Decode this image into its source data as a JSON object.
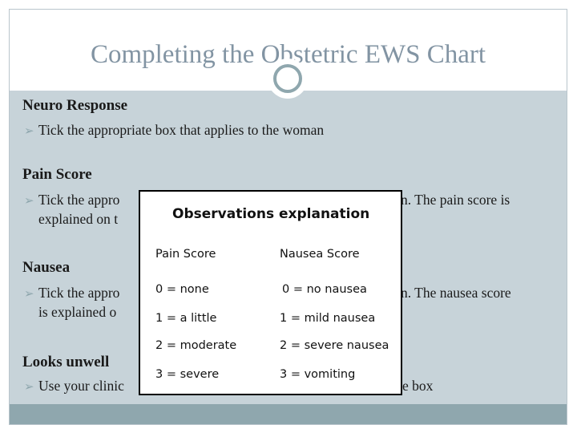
{
  "title": "Completing the Obstetric EWS Chart",
  "sections": [
    {
      "heading": "Neuro Response",
      "line1": "Tick the appropriate box that applies to the woman"
    },
    {
      "heading": "Pain Score",
      "line1": "Tick the appro",
      "right": "n. The pain score is",
      "line2": "explained on t"
    },
    {
      "heading": "Nausea",
      "line1": "Tick the appro",
      "right": "n. The nausea score",
      "line2": "is explained o"
    },
    {
      "heading": "Looks unwell",
      "line1": "Use your clinic",
      "right": "e box"
    }
  ],
  "popup": {
    "title": "Observations explanation",
    "col1_header": "Pain Score",
    "col2_header": "Nausea Score",
    "pain": [
      "0 = none",
      "1 = a little",
      "2 = moderate",
      "3 = severe"
    ],
    "nausea": [
      "0 = no nausea",
      "1 = mild nausea",
      "2 = severe nausea",
      "3 = vomiting"
    ]
  }
}
